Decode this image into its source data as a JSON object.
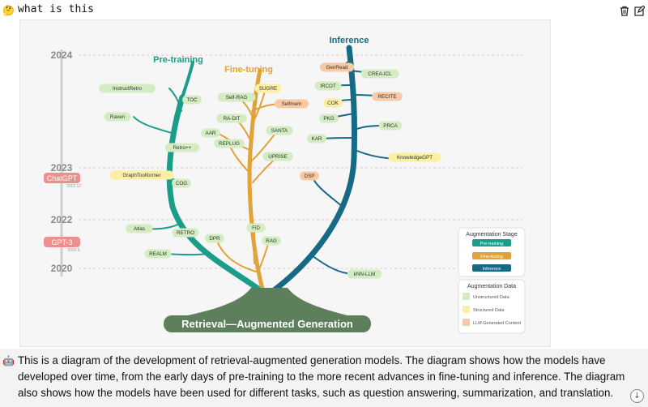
{
  "user": {
    "avatar": "🤔",
    "message": "what is this"
  },
  "toolbar": {
    "delete_icon": "trash-icon",
    "edit_icon": "edit-icon"
  },
  "figure": {
    "title": "Retrieval—Augmented Generation",
    "years": [
      "2024",
      "2023",
      "2022",
      "2020"
    ],
    "milestones": [
      {
        "name": "ChatGPT",
        "date": "2022.12"
      },
      {
        "name": "GPT-3",
        "date": "2020.6"
      }
    ],
    "branches": {
      "pretraining": "Pre-training",
      "finetuning": "Fine-tuning",
      "inference": "Inference"
    },
    "colors": {
      "pretraining": "#1a9e8a",
      "finetuning": "#e2a23a",
      "inference": "#176a86",
      "trunk": "#5e7f5c",
      "unstructured": "#d4ecc1",
      "structured": "#fbefa4",
      "llm": "#f8c9a4"
    },
    "nodes": [
      {
        "label": "InstructRetro",
        "type": "unstructured"
      },
      {
        "label": "TOC",
        "type": "unstructured"
      },
      {
        "label": "Raven",
        "type": "unstructured"
      },
      {
        "label": "Retro++",
        "type": "unstructured"
      },
      {
        "label": "GraphToolformer",
        "type": "structured"
      },
      {
        "label": "COG",
        "type": "unstructured"
      },
      {
        "label": "Atlas",
        "type": "unstructured"
      },
      {
        "label": "RETRO",
        "type": "unstructured"
      },
      {
        "label": "REALM",
        "type": "unstructured"
      },
      {
        "label": "SUGRE",
        "type": "structured"
      },
      {
        "label": "Self-RAG",
        "type": "unstructured"
      },
      {
        "label": "Selfmem",
        "type": "llm"
      },
      {
        "label": "RA-DIT",
        "type": "unstructured"
      },
      {
        "label": "AAR",
        "type": "unstructured"
      },
      {
        "label": "SANTA",
        "type": "unstructured"
      },
      {
        "label": "REPLUG",
        "type": "unstructured"
      },
      {
        "label": "UPRISE",
        "type": "unstructured"
      },
      {
        "label": "FiD",
        "type": "unstructured"
      },
      {
        "label": "DPR",
        "type": "unstructured"
      },
      {
        "label": "RAG",
        "type": "unstructured"
      },
      {
        "label": "GenRead",
        "type": "llm"
      },
      {
        "label": "CREA-ICL",
        "type": "unstructured"
      },
      {
        "label": "IRCOT",
        "type": "unstructured"
      },
      {
        "label": "RECITE",
        "type": "llm"
      },
      {
        "label": "COK",
        "type": "structured"
      },
      {
        "label": "PKG",
        "type": "unstructured"
      },
      {
        "label": "PRCA",
        "type": "unstructured"
      },
      {
        "label": "KAR",
        "type": "unstructured"
      },
      {
        "label": "KnowledgeGPT",
        "type": "structured"
      },
      {
        "label": "DSP",
        "type": "llm"
      },
      {
        "label": "kNN-LLM",
        "type": "unstructured"
      }
    ],
    "legend_stage": {
      "title": "Augmentation Stage",
      "items": [
        "Pre-training",
        "Fine-tuning",
        "Inference"
      ]
    },
    "legend_data": {
      "title": "Augmentation Data",
      "items": [
        "Unstructured Data",
        "Structured Data",
        "LLM Generated Content"
      ]
    }
  },
  "assistant": {
    "avatar": "🤖",
    "message": "This is a diagram of the development of retrieval-augmented generation models. The diagram shows how the models have developed over time, from the early days of pre-training to the more recent advances in fine-tuning and inference. The diagram also shows how the models have been used for different tasks, such as question answering, summarization, and translation."
  }
}
